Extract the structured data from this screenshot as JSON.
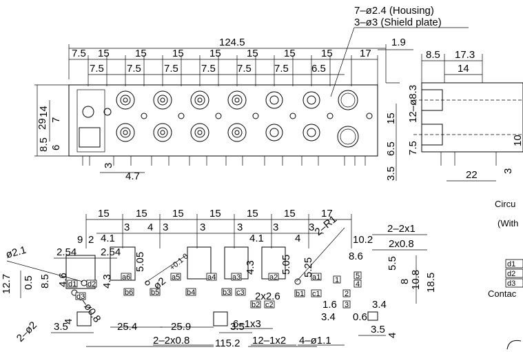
{
  "notes": {
    "housing_holes": "7–ø2.4 (Housing)",
    "shield_holes": "3–ø3 (Shield plate)"
  },
  "front": {
    "overall_width": "124.5",
    "right_offset": "1.9",
    "top_left": "7.5",
    "pitch_row1": [
      "15",
      "15",
      "15",
      "15",
      "15",
      "15",
      "15"
    ],
    "last_pitch": "17",
    "sub_row": [
      "7.5",
      "7.5",
      "7.5",
      "7.5",
      "7.5",
      "7.5",
      "6.5"
    ],
    "height_total": "29",
    "h14": "14",
    "h7": "7",
    "h8_5": "8.5",
    "h6": "6",
    "h3": "3",
    "h4_7": "4.7",
    "r15": "15",
    "r6_5": "6.5",
    "r3_5": "3.5"
  },
  "side": {
    "w8_5": "8.5",
    "w17_3": "17.3",
    "w14": "14",
    "dia": "12–ø8.3",
    "h7_5": "7.5",
    "h10": "10",
    "h3": "3",
    "w22": "22"
  },
  "pcb": {
    "pitch": [
      "15",
      "15",
      "15",
      "15",
      "15",
      "15"
    ],
    "last": "17",
    "d4_1a": "4.1",
    "d3a": "3",
    "d4a": "4",
    "d3b": "3",
    "d3c": "3",
    "d3d": "3",
    "d4_1b": "4.1",
    "d3e": "3",
    "d4b": "4",
    "d3f": "3",
    "r1": "2–R1",
    "slot_2x1": "2–2x1",
    "slot_2x0_8": "2x0.8",
    "d10_2": "10.2",
    "d5_5": "5.5",
    "d8_6": "8.6",
    "d9": "9",
    "d2": "2",
    "d2_54a": "2.54",
    "d2_54b": "2.54",
    "d5_05a": "5.05",
    "d5_05b": "5.05",
    "d4_3a": "4.3",
    "d4_3b": "4.3",
    "d5_25": "5.25",
    "dia2_1": "ø2.1",
    "dia2": "ø2",
    "tol": "+0.1\n0",
    "d12_7": "12.7",
    "d0_5": "0.5",
    "d8_5": "8.5",
    "d4_6": "4.6",
    "d2_dia2": "2–ø2",
    "d3_dia0_8": "3–ø0.8",
    "d4": "4",
    "d3_5a": "3.5",
    "d25_4": "25.4",
    "d25_9": "25.9",
    "d3_5b": "3.5",
    "d2_2x0_8": "2–2x0.8",
    "d115_2": "115.2",
    "d2x2_6": "2x2.6",
    "d6_1x3": "6–1x3",
    "d12_1x2": "12–1x2",
    "d4_dia1_1": "4–ø1.1",
    "d1_6": "1.6",
    "d3_4a": "3.4",
    "d3_4b": "3.4",
    "d0_6": "0.6",
    "d3_5c": "3.5",
    "r8": "8",
    "r10_8": "10.8",
    "r18_5": "18.5",
    "pads": [
      "a6",
      "a5",
      "a4",
      "a3",
      "a2",
      "a1",
      "b6",
      "b5",
      "b4",
      "b3",
      "c3",
      "b2",
      "c2",
      "b1",
      "c1",
      "d1",
      "d2",
      "d3",
      "1",
      "2",
      "3",
      "4",
      "5"
    ]
  },
  "right_notes": {
    "circuit": "Circu",
    "with": "(With",
    "legend": [
      "d1",
      "d2",
      "d3"
    ],
    "contact": "Contac"
  }
}
